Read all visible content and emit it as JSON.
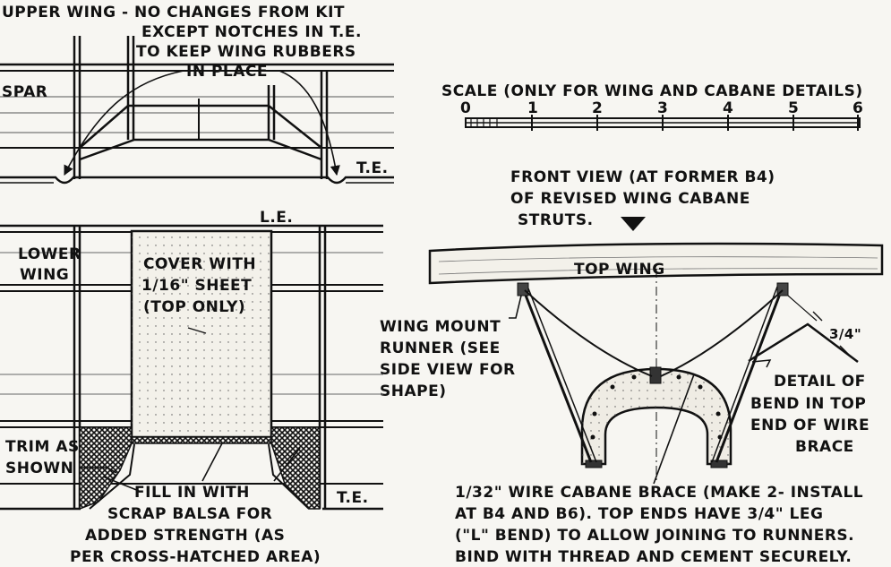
{
  "upper_wing": {
    "note_lines": [
      "UPPER WING - NO CHANGES FROM KIT",
      "EXCEPT NOTCHES IN T.E.",
      "TO KEEP WING RUBBERS",
      "IN PLACE"
    ],
    "spar_label": "SPAR",
    "te_label": "T.E."
  },
  "scale": {
    "label": "SCALE (ONLY FOR WING AND CABANE DETAILS)",
    "ticks": [
      "0",
      "1",
      "2",
      "3",
      "4",
      "5",
      "6"
    ]
  },
  "front_view": {
    "caption_lines": [
      "FRONT VIEW (AT FORMER B4)",
      "OF REVISED WING CABANE",
      "STRUTS."
    ],
    "top_wing_label": "TOP WING",
    "runner_lines": [
      "WING MOUNT",
      "RUNNER (SEE",
      "SIDE VIEW FOR",
      "SHAPE)"
    ],
    "dim_label": "3/4\"",
    "detail_lines": [
      "DETAIL OF",
      "BEND IN TOP",
      "END OF WIRE",
      "BRACE"
    ]
  },
  "lower_wing": {
    "le_label": "L.E.",
    "label_lines": [
      "LOWER",
      "WING"
    ],
    "cover_lines": [
      "COVER WITH",
      "1/16\" SHEET",
      "(TOP ONLY)"
    ],
    "trim_lines": [
      "TRIM AS",
      "SHOWN"
    ],
    "fill_lines": [
      "FILL IN WITH",
      "SCRAP BALSA FOR",
      "ADDED STRENGTH (AS",
      "PER CROSS-HATCHED AREA)"
    ],
    "te_label": "T.E."
  },
  "wire_note_lines": [
    "1/32\" WIRE CABANE BRACE (MAKE 2- INSTALL",
    "AT B4 AND B6). TOP ENDS HAVE 3/4\" LEG",
    "(\"L\" BEND) TO ALLOW JOINING TO RUNNERS.",
    "BIND WITH THREAD AND CEMENT SECURELY."
  ]
}
